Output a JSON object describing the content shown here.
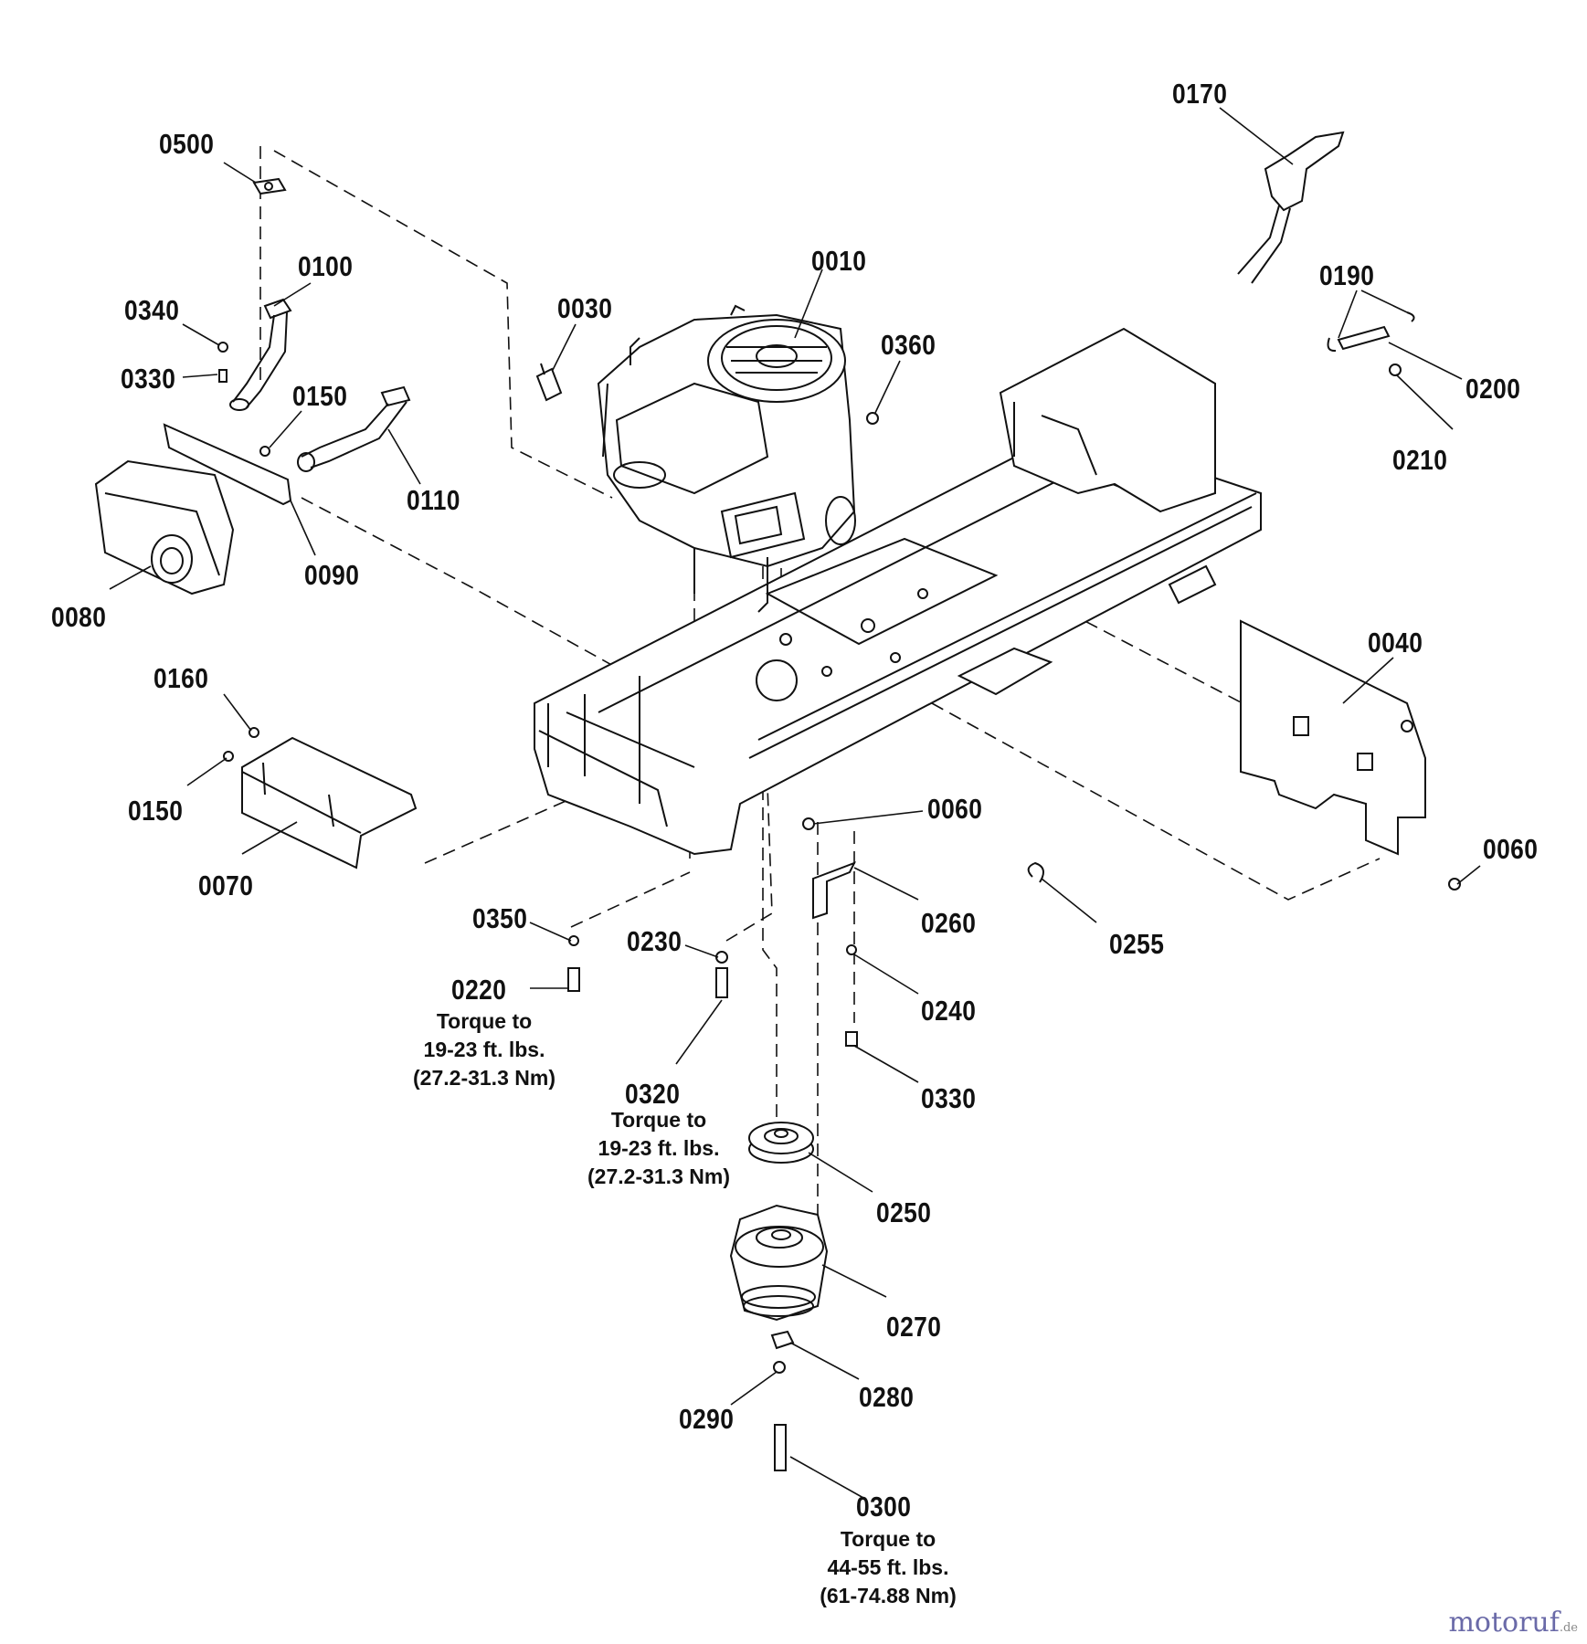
{
  "callouts": [
    "0500",
    "0100",
    "0340",
    "0330",
    "0150",
    "0110",
    "0090",
    "0080",
    "0030",
    "0010",
    "0360",
    "0170",
    "0190",
    "0200",
    "0210",
    "0040",
    "0160",
    "0150",
    "0070",
    "0060",
    "0060",
    "0350",
    "0230",
    "0220",
    "0320",
    "0260",
    "0240",
    "0330",
    "0255",
    "0250",
    "0270",
    "0280",
    "0290",
    "0300"
  ],
  "torque_notes": {
    "n0220": {
      "line1": "Torque to",
      "line2": "19-23 ft. lbs.",
      "line3": "(27.2-31.3 Nm)"
    },
    "n0320": {
      "line1": "Torque to",
      "line2": "19-23 ft. lbs.",
      "line3": "(27.2-31.3 Nm)"
    },
    "n0300": {
      "line1": "Torque to",
      "line2": "44-55 ft. lbs.",
      "line3": "(61-74.88 Nm)"
    }
  },
  "watermark": {
    "brand": "motoruf",
    "tld": ".de"
  }
}
